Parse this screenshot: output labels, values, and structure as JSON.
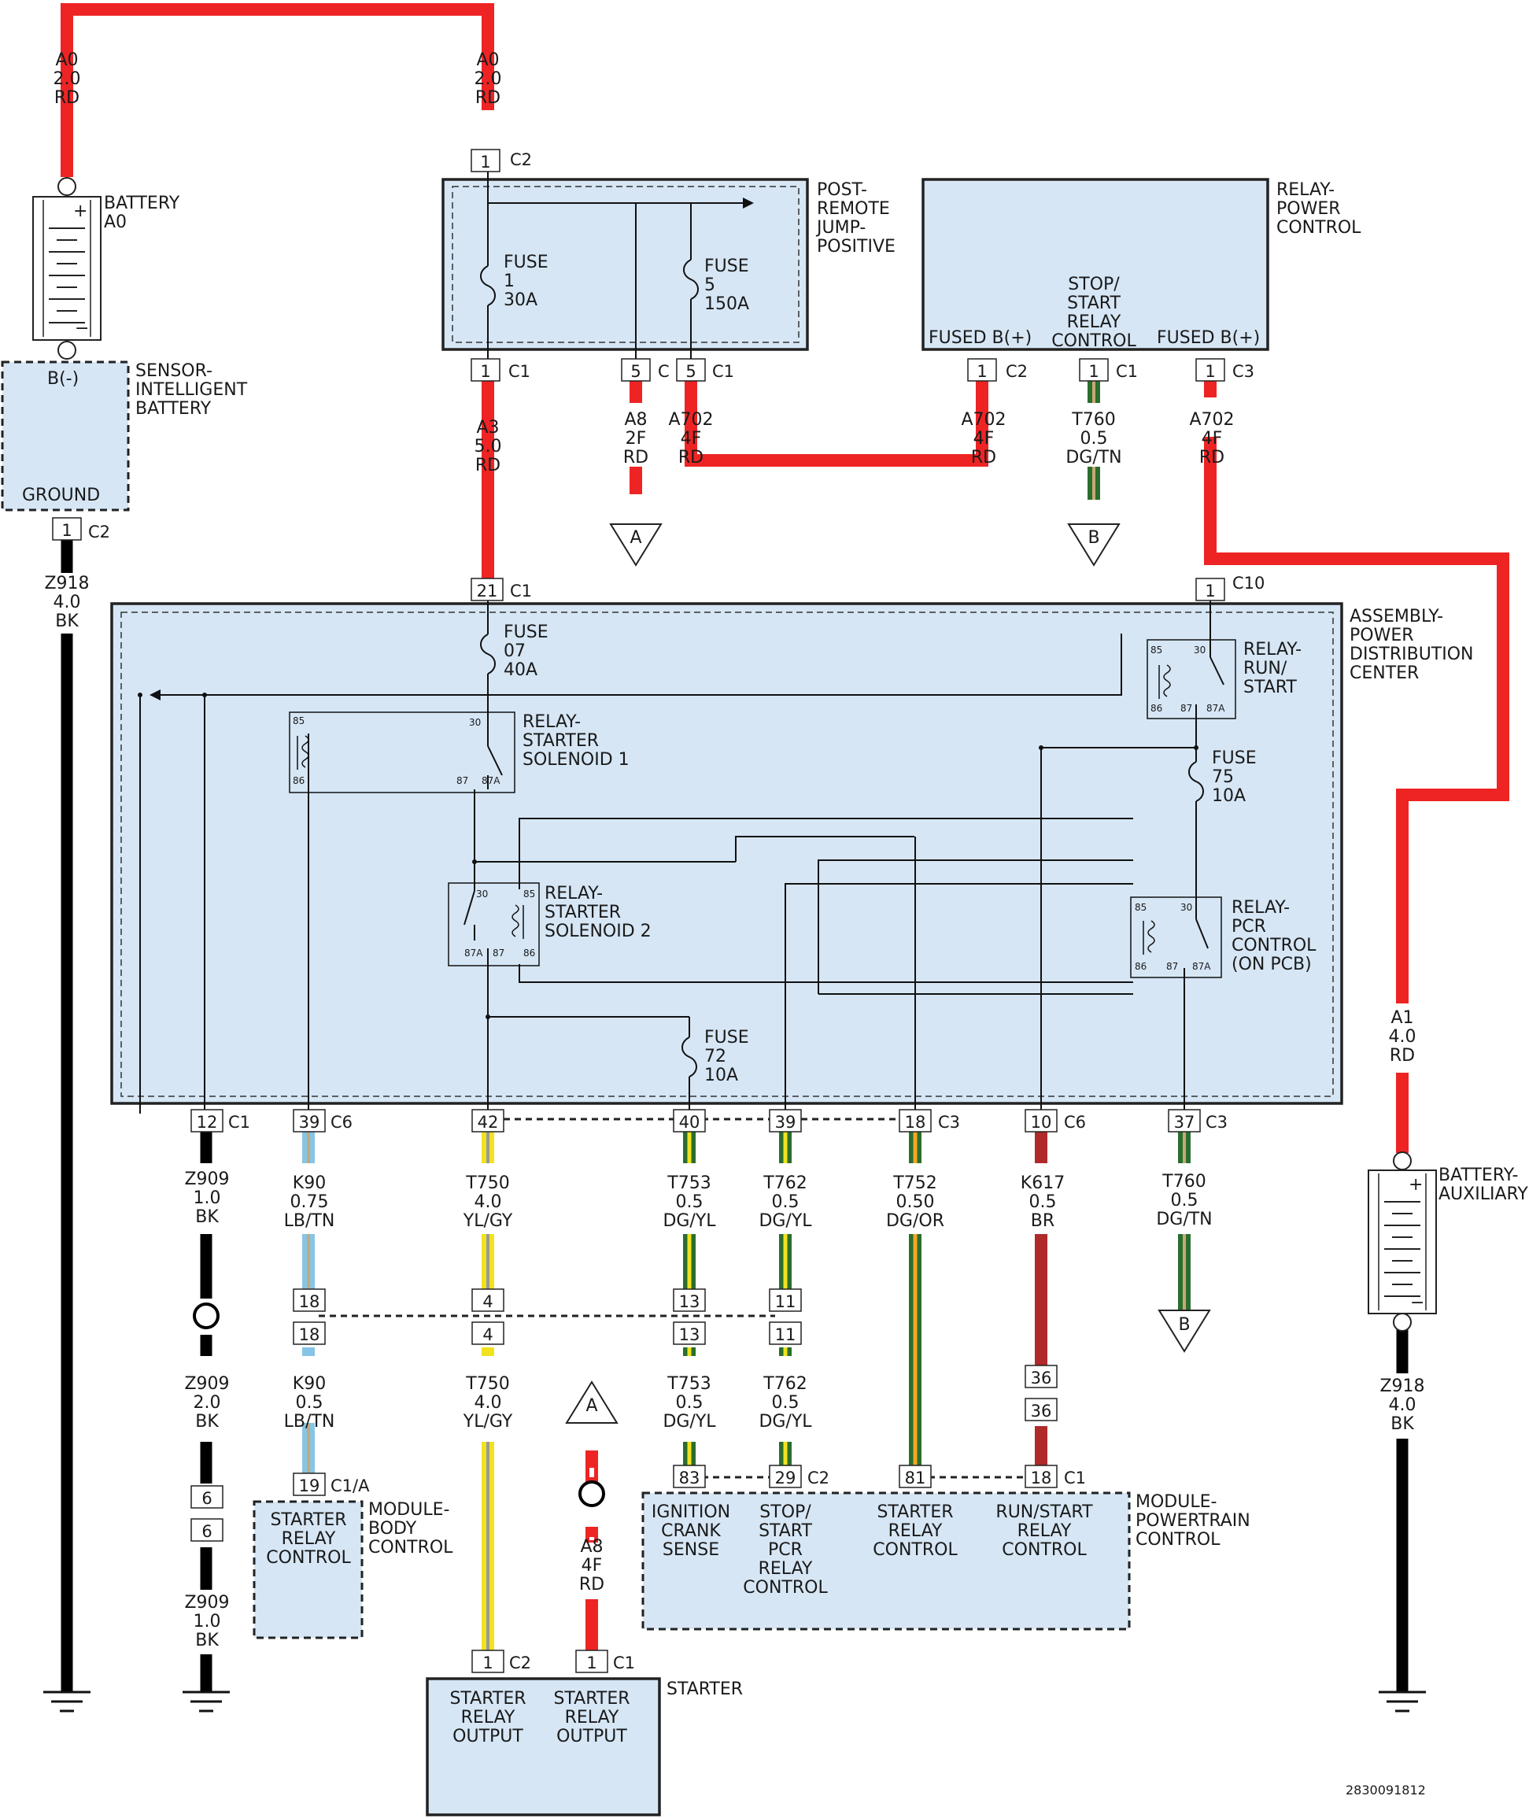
{
  "components": {
    "battery": {
      "name": "BATTERY",
      "sub": "A0"
    },
    "sensor": {
      "l1": "SENSOR-",
      "l2": "INTELLIGENT",
      "l3": "BATTERY",
      "bminus": "B(-)",
      "ground": "GROUND"
    },
    "post_remote": {
      "l1": "POST-",
      "l2": "REMOTE",
      "l3": "JUMP-",
      "l4": "POSITIVE"
    },
    "fuse1": {
      "l1": "FUSE",
      "l2": "1",
      "l3": "30A"
    },
    "fuse5": {
      "l1": "FUSE",
      "l2": "5",
      "l3": "150A"
    },
    "relay_power": {
      "l1": "RELAY-",
      "l2": "POWER",
      "l3": "CONTROL",
      "fused_left": "FUSED B(+)",
      "fused_right": "FUSED B(+)",
      "ss1": "STOP/",
      "ss2": "START",
      "ss3": "RELAY",
      "ss4": "CONTROL"
    },
    "pdc": {
      "l1": "ASSEMBLY-",
      "l2": "POWER",
      "l3": "DISTRIBUTION",
      "l4": "CENTER"
    },
    "fuse07": {
      "l1": "FUSE",
      "l2": "07",
      "l3": "40A"
    },
    "fuse75": {
      "l1": "FUSE",
      "l2": "75",
      "l3": "10A"
    },
    "fuse72": {
      "l1": "FUSE",
      "l2": "72",
      "l3": "10A"
    },
    "relay_ss1": {
      "l1": "RELAY-",
      "l2": "STARTER",
      "l3": "SOLENOID 1"
    },
    "relay_ss2": {
      "l1": "RELAY-",
      "l2": "STARTER",
      "l3": "SOLENOID 2"
    },
    "relay_run": {
      "l1": "RELAY-",
      "l2": "RUN/",
      "l3": "START"
    },
    "relay_pcr": {
      "l1": "RELAY-",
      "l2": "PCR",
      "l3": "CONTROL",
      "l4": "(ON PCB)"
    },
    "relay_pins": {
      "p30": "30",
      "p85": "85",
      "p86": "86",
      "p87": "87",
      "p87a": "87A"
    },
    "battery_aux": {
      "l1": "BATTERY-",
      "l2": "AUXILIARY"
    },
    "bcm": {
      "l1": "MODULE-",
      "l2": "BODY",
      "l3": "CONTROL",
      "t1": "STARTER",
      "t2": "RELAY",
      "t3": "CONTROL"
    },
    "pcm": {
      "l1": "MODULE-",
      "l2": "POWERTRAIN",
      "l3": "CONTROL",
      "ic1": "IGNITION",
      "ic2": "CRANK",
      "ic3": "SENSE",
      "sp1": "STOP/",
      "sp2": "START",
      "sp3": "PCR",
      "sp4": "RELAY",
      "sp5": "CONTROL",
      "sr1": "STARTER",
      "sr2": "RELAY",
      "sr3": "CONTROL",
      "rs1": "RUN/START",
      "rs2": "RELAY",
      "rs3": "CONTROL"
    },
    "starter": {
      "name": "STARTER",
      "t1": "STARTER",
      "t2": "RELAY",
      "t3": "OUTPUT"
    }
  },
  "wires": {
    "a0_left": [
      "A0",
      "2.0",
      "RD"
    ],
    "a0_right": [
      "A0",
      "2.0",
      "RD"
    ],
    "a3": [
      "A3",
      "5.0",
      "RD"
    ],
    "a8_top": [
      "A8",
      "2F",
      "RD"
    ],
    "a702_a": [
      "A702",
      "4F",
      "RD"
    ],
    "a702_b": [
      "A702",
      "4F",
      "RD"
    ],
    "a702_c": [
      "A702",
      "4F",
      "RD"
    ],
    "t760_top": [
      "T760",
      "0.5",
      "DG/TN"
    ],
    "z918_left": [
      "Z918",
      "4.0",
      "BK"
    ],
    "z909_a": [
      "Z909",
      "1.0",
      "BK"
    ],
    "z909_b": [
      "Z909",
      "2.0",
      "BK"
    ],
    "z909_c": [
      "Z909",
      "1.0",
      "BK"
    ],
    "k90_a": [
      "K90",
      "0.75",
      "LB/TN"
    ],
    "k90_b": [
      "K90",
      "0.5",
      "LB/TN"
    ],
    "t750_a": [
      "T750",
      "4.0",
      "YL/GY"
    ],
    "t750_b": [
      "T750",
      "4.0",
      "YL/GY"
    ],
    "t753_a": [
      "T753",
      "0.5",
      "DG/YL"
    ],
    "t753_b": [
      "T753",
      "0.5",
      "DG/YL"
    ],
    "t762_a": [
      "T762",
      "0.5",
      "DG/YL"
    ],
    "t762_b": [
      "T762",
      "0.5",
      "DG/YL"
    ],
    "t752": [
      "T752",
      "0.50",
      "DG/OR"
    ],
    "k617": [
      "K617",
      "0.5",
      "BR"
    ],
    "t760_bot": [
      "T760",
      "0.5",
      "DG/TN"
    ],
    "a1": [
      "A1",
      "4.0",
      "RD"
    ],
    "z918_right": [
      "Z918",
      "4.0",
      "BK"
    ],
    "a8_bot": [
      "A8",
      "4F",
      "RD"
    ]
  },
  "pins": {
    "c2_top": "1",
    "c2_top_c": "C2",
    "pr_c1_1": "1",
    "pr_c1_1c": "C1",
    "pr_5a": "5",
    "pr_5ac": "C",
    "pr_5b": "5",
    "pr_5bc": "C1",
    "rp_c2": "1",
    "rp_c2c": "C2",
    "rp_c1": "1",
    "rp_c1c": "C1",
    "rp_c3": "1",
    "rp_c3c": "C3",
    "sib_c2": "1",
    "sib_c2c": "C2",
    "pdc_21": "21",
    "pdc_21c": "C1",
    "pdc_c10": "1",
    "pdc_c10c": "C10",
    "b12": "12",
    "b12c": "C1",
    "b39a": "39",
    "b39ac": "C6",
    "b42": "42",
    "b40": "40",
    "b39b": "39",
    "b18": "18",
    "b18c": "C3",
    "b10": "10",
    "b10c": "C6",
    "b37": "37",
    "b37c": "C3",
    "i18a": "18",
    "i18b": "18",
    "i4a": "4",
    "i4b": "4",
    "i13a": "13",
    "i13b": "13",
    "i11a": "11",
    "i11b": "11",
    "i36a": "36",
    "i36b": "36",
    "g6a": "6",
    "g6b": "6",
    "bcm19": "19",
    "bcm19c": "C1/A",
    "pcm83": "83",
    "pcm29": "29",
    "pcm29c": "C2",
    "pcm81": "81",
    "pcm18": "18",
    "pcm18c": "C1",
    "st1a": "1",
    "st1ac": "C2",
    "st1b": "1",
    "st1bc": "C1"
  },
  "connectors": {
    "a": "A",
    "b": "B"
  },
  "colors": {
    "rd": "#ee2424",
    "bk": "#000000",
    "dg": "#2a6e2e",
    "yl": "#f2e21e",
    "lb": "#86c5e6",
    "tn": "#c8a878",
    "gy": "#999999",
    "or": "#f5a623",
    "br": "#b02a2a",
    "fill": "#d6e6f5"
  },
  "footer_id": "2830091812"
}
